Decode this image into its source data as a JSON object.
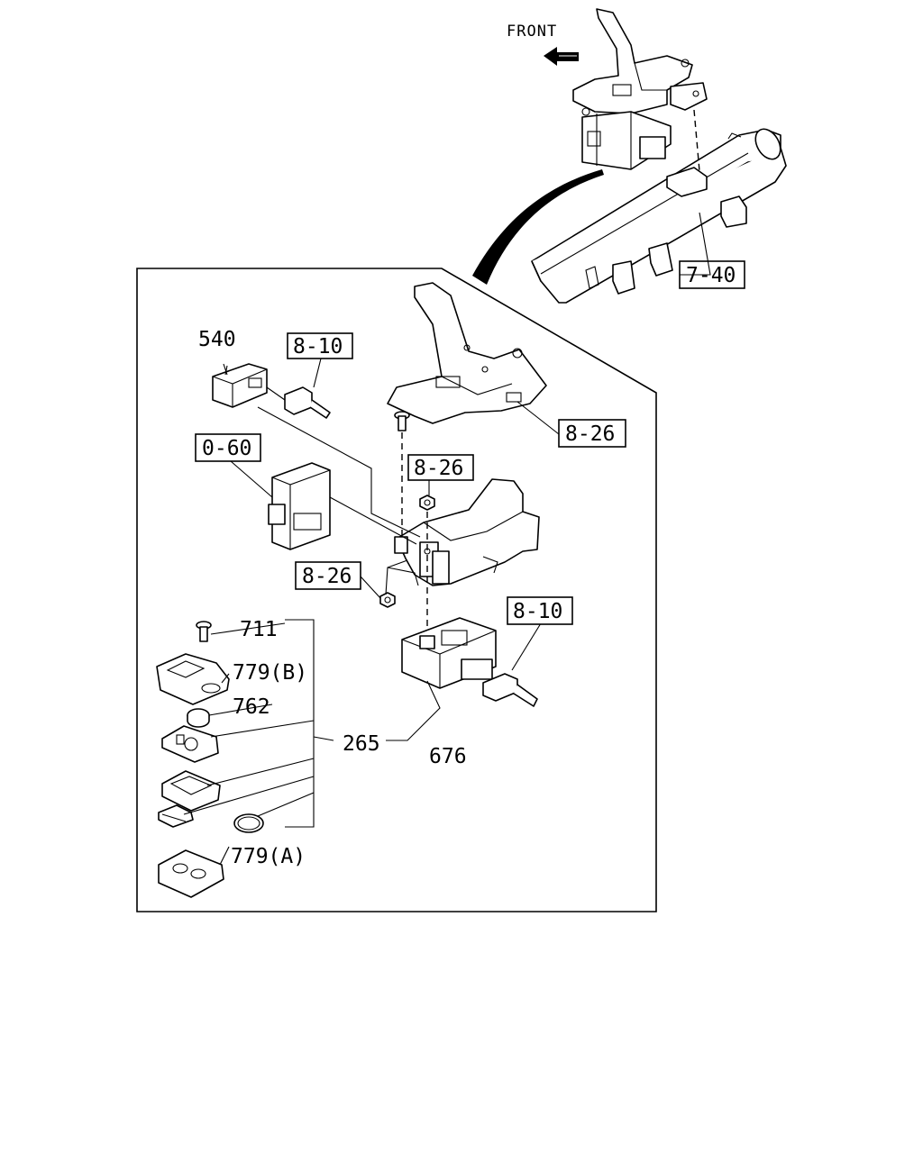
{
  "front_label": "FRONT",
  "references": {
    "ref_7_40": "7-40",
    "ref_8_10_top": "8-10",
    "ref_8_26_bracket": "8-26",
    "ref_0_60": "0-60",
    "ref_8_26_nut": "8-26",
    "ref_8_26_left": "8-26",
    "ref_8_10_bottom": "8-10"
  },
  "part_numbers": {
    "p540": "540",
    "p711": "711",
    "p779b": "779(B)",
    "p762": "762",
    "p265": "265",
    "p676": "676",
    "p779a": "779(A)"
  },
  "colors": {
    "line": "#000000",
    "background": "#ffffff"
  }
}
